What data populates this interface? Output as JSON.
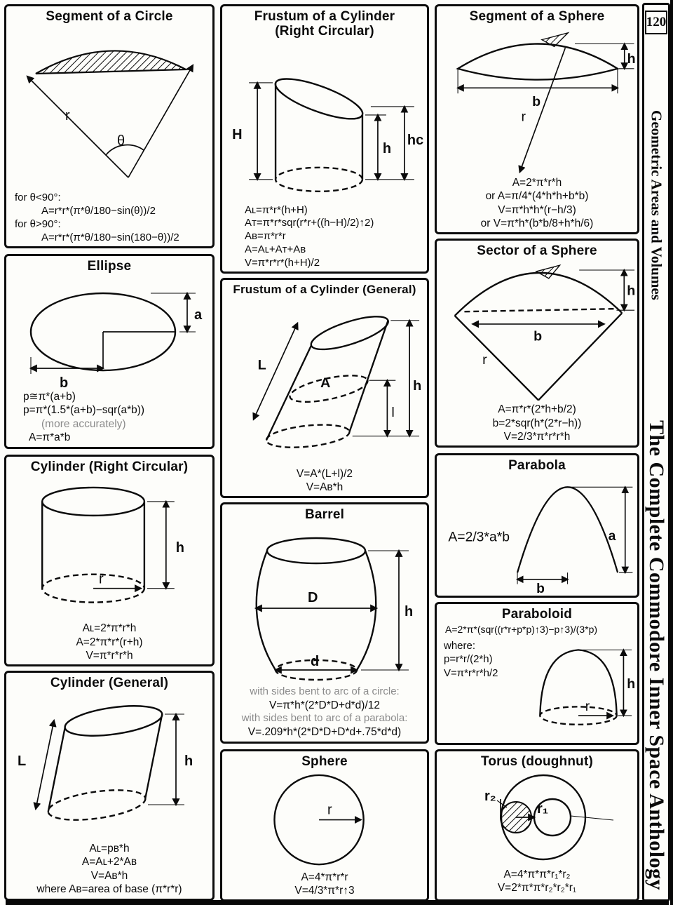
{
  "sidebar": {
    "page_number": "120",
    "section_title": "Geometric Areas and Volumes",
    "book_title": "The Complete Commodore Inner Space Anthology"
  },
  "panels": {
    "segment_circle": {
      "title": "Segment of a Circle",
      "labels": {
        "r": "r",
        "theta": "θ"
      },
      "lines": [
        "for θ<90°:",
        "A=r*r*(π*θ/180−sin(θ))/2",
        "for θ>90°:",
        "A=r*r*(π*θ/180−sin(180−θ))/2"
      ]
    },
    "ellipse": {
      "title": "Ellipse",
      "labels": {
        "a": "a",
        "b": "b"
      },
      "lines": [
        "p≅π*(a+b)",
        "p=π*(1.5*(a+b)−sqr(a*b))",
        "(more accurately)",
        "A=π*a*b"
      ]
    },
    "cylinder_right": {
      "title": "Cylinder (Right Circular)",
      "labels": {
        "h": "h",
        "r": "r"
      },
      "lines": [
        "Aʟ=2*π*r*h",
        "A=2*π*r*(r+h)",
        "V=π*r*r*h"
      ]
    },
    "cylinder_general": {
      "title": "Cylinder (General)",
      "labels": {
        "L": "L",
        "h": "h"
      },
      "lines": [
        "Aʟ=pʙ*h",
        "A=Aʟ+2*Aʙ",
        "V=Aʙ*h",
        "where Aʙ=area of base (π*r*r)"
      ]
    },
    "frustum_right": {
      "title": "Frustum of a Cylinder",
      "subtitle": "(Right Circular)",
      "labels": {
        "H": "H",
        "h": "h",
        "hc": "hᴄ"
      },
      "lines": [
        "Aʟ=π*r*(h+H)",
        "Aᴛ=π*r*sqr(r*r+((h−H)/2)↑2)",
        "Aʙ=π*r*r",
        "A=Aʟ+Aᴛ+Aʙ",
        "V=π*r*r*(h+H)/2"
      ]
    },
    "frustum_general": {
      "title": "Frustum of a Cylinder (General)",
      "labels": {
        "L": "L",
        "A": "A",
        "h": "h",
        "l": "l"
      },
      "lines": [
        "V=A*(L+l)/2",
        "V=Aʙ*h"
      ]
    },
    "barrel": {
      "title": "Barrel",
      "labels": {
        "D": "D",
        "d": "d",
        "h": "h"
      },
      "lines": [
        "with sides bent to arc of a circle:",
        "V=π*h*(2*D*D+d*d)/12",
        "with sides bent to arc of a parabola:",
        "V=.209*h*(2*D*D+D*d+.75*d*d)"
      ]
    },
    "sphere": {
      "title": "Sphere",
      "labels": {
        "r": "r"
      },
      "lines": [
        "A=4*π*r*r",
        "V=4/3*π*r↑3"
      ]
    },
    "segment_sphere": {
      "title": "Segment of a Sphere",
      "labels": {
        "h": "h",
        "b": "b",
        "r": "r"
      },
      "lines": [
        "A=2*π*r*h",
        "or A=π/4*(4*h*h+b*b)",
        "V=π*h*h*(r−h/3)",
        "or V=π*h*(b*b/8+h*h/6)"
      ]
    },
    "sector_sphere": {
      "title": "Sector of a Sphere",
      "labels": {
        "h": "h",
        "b": "b",
        "r": "r"
      },
      "lines": [
        "A=π*r*(2*h+b/2)",
        "b=2*sqr(h*(2*r−h))",
        "V=2/3*π*r*r*h"
      ]
    },
    "parabola": {
      "title": "Parabola",
      "labels": {
        "a": "a",
        "b": "b"
      },
      "formula": "A=2/3*a*b"
    },
    "paraboloid": {
      "title": "Paraboloid",
      "labels": {
        "h": "h",
        "r": "r"
      },
      "lines": [
        "A=2*π*(sqr((r*r+p*p)↑3)−p↑3)/(3*p)",
        "where:",
        "p=r*r/(2*h)",
        "V=π*r*r*h/2"
      ]
    },
    "torus": {
      "title": "Torus (doughnut)",
      "labels": {
        "r1": "r₁",
        "r2": "r₂"
      },
      "lines": [
        "A=4*π*π*r₁*r₂",
        "V=2*π*π*r₂*r₂*r₁"
      ]
    }
  }
}
